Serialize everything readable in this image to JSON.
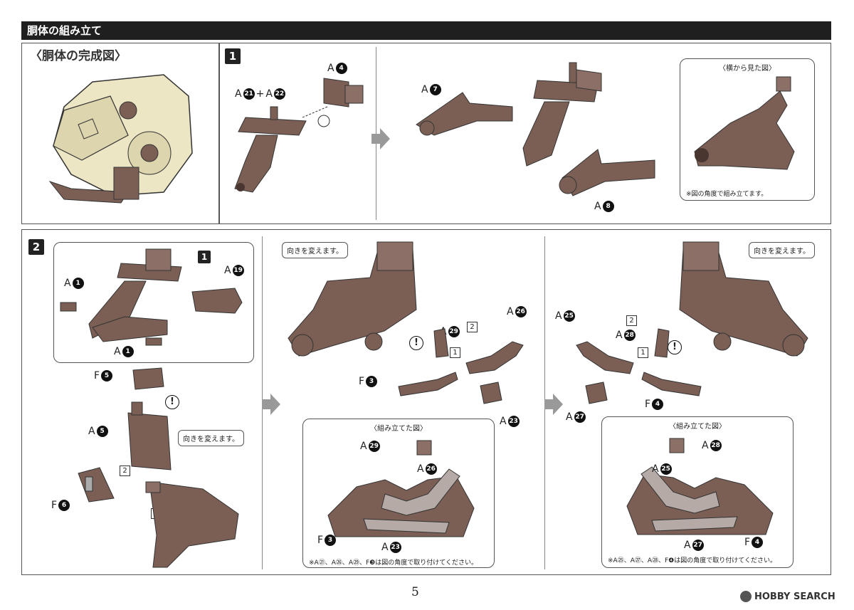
{
  "header": {
    "title": "胴体の組み立て"
  },
  "complete": {
    "title": "〈胴体の完成図〉"
  },
  "step1": {
    "number": "1",
    "labels": {
      "a4_prefix": "A",
      "a4_num": "4",
      "a21_prefix": "A",
      "a21_num": "21",
      "plus": "+",
      "a22_prefix": "A",
      "a22_num": "22",
      "a7_prefix": "A",
      "a7_num": "7",
      "a8_prefix": "A",
      "a8_num": "8"
    },
    "side_view": {
      "title": "〈横から見た図〉",
      "note": "※図の角度で組み立てます。"
    }
  },
  "step2": {
    "number": "2",
    "left": {
      "ref_step": "1",
      "a19_prefix": "A",
      "a19_num": "19",
      "a1_top_prefix": "A",
      "a1_top_num": "1",
      "a1_bottom_prefix": "A",
      "a1_bottom_num": "1",
      "f5_prefix": "F",
      "f5_num": "5",
      "a5_prefix": "A",
      "a5_num": "5",
      "f6_prefix": "F",
      "f6_num": "6",
      "box2": "2",
      "box1": "1",
      "warn": "!",
      "callout": "向きを変えます。"
    },
    "middle": {
      "callout": "向きを変えます。",
      "a26_prefix": "A",
      "a26_num": "26",
      "a29_prefix": "A",
      "a29_num": "29",
      "f3_prefix": "F",
      "f3_num": "3",
      "a23_prefix": "A",
      "a23_num": "23",
      "box2": "2",
      "box1": "1",
      "warn": "!",
      "assembled": {
        "title": "〈組み立てた図〉",
        "a29_prefix": "A",
        "a29_num": "29",
        "a26_prefix": "A",
        "a26_num": "26",
        "f3_prefix": "F",
        "f3_num": "3",
        "a23_prefix": "A",
        "a23_num": "23",
        "note": "※A㉑、A㉖、A㉙、F❸は図の角度で取り付けてください。"
      }
    },
    "right": {
      "callout": "向きを変えます。",
      "a25_prefix": "A",
      "a25_num": "25",
      "a28_prefix": "A",
      "a28_num": "28",
      "f4_prefix": "F",
      "f4_num": "4",
      "a27_prefix": "A",
      "a27_num": "27",
      "box2": "2",
      "box1": "1",
      "warn": "!",
      "assembled": {
        "title": "〈組み立てた図〉",
        "a28_prefix": "A",
        "a28_num": "28",
        "a25_prefix": "A",
        "a25_num": "25",
        "f4_prefix": "F",
        "f4_num": "4",
        "a27_prefix": "A",
        "a27_num": "27",
        "note": "※A㉕、A㉗、A㉘、F❹は図の角度で取り付けてください。"
      }
    }
  },
  "footer": {
    "page": "5",
    "watermark": "HOBBY SEARCH"
  },
  "colors": {
    "part": "#7b5f55",
    "part_dark": "#4a3630",
    "cream": "#ece6c4",
    "frame": "#555555"
  }
}
